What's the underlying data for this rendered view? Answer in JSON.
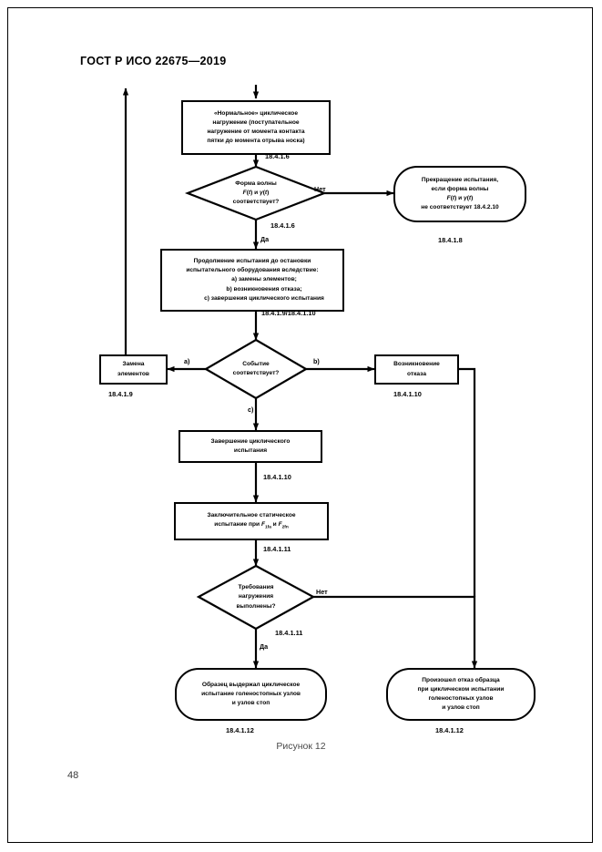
{
  "document": {
    "standard_header": "ГОСТ Р ИСО 22675—2019",
    "page_number": "48",
    "figure_caption": "Рисунок 12"
  },
  "flowchart": {
    "nodes": {
      "normal_cyclic_loading": {
        "line1": "«Нормальное» циклическое",
        "line2": "нагружение (поступательное",
        "line3": "нагружение от момента контакта",
        "line4": "пятки до момента отрыва носка)",
        "ref": "18.4.1.6"
      },
      "waveform_check": {
        "line1": "Форма волны",
        "line2": "F(t) и γ(t)",
        "line3": "соответствует?",
        "ref": "18.4.1.6",
        "yes_label": "Да",
        "no_label": "Нет"
      },
      "test_termination": {
        "line1": "Прекращение испытания,",
        "line2": "если форма волны",
        "line3": "F(t) и γ(t)",
        "line4": "не соответствует 18.4.2.10",
        "ref": "18.4.1.8"
      },
      "continue_test": {
        "line1": "Продолжение испытания до остановки",
        "line2": "испытательного оборудования вследствие:",
        "line3": "a) замены элементов;",
        "line4": "b) возникновения отказа;",
        "line5": "c) завершения циклического испытания",
        "ref": "18.4.1.9/18.4.1.10"
      },
      "event_check": {
        "line1": "Событие",
        "line2": "соответствует?",
        "branch_a": "a)",
        "branch_b": "b)",
        "branch_c": "c)"
      },
      "replace_components": {
        "line1": "Замена",
        "line2": "элементов",
        "ref": "18.4.1.9"
      },
      "failure_occurrence": {
        "line1": "Возникновение",
        "line2": "отказа",
        "ref": "18.4.1.10"
      },
      "cyclic_test_completion": {
        "line1": "Завершение циклического",
        "line2": "испытания",
        "ref": "18.4.1.10"
      },
      "final_static_test": {
        "line1": "Заключительное статическое",
        "line2_pre": "испытание при ",
        "line2_f1": "F",
        "line2_f1sub": "1fa",
        "line2_and": " и ",
        "line2_f2": "F",
        "line2_f2sub": "2fn",
        "ref": "18.4.1.11"
      },
      "loading_requirements_check": {
        "line1": "Требования",
        "line2": "нагружения",
        "line3": "выполнены?",
        "ref": "18.4.1.11",
        "yes_label": "Да",
        "no_label": "Нет"
      },
      "sample_passed": {
        "line1": "Образец выдержал циклическое",
        "line2": "испытание голеностопных узлов",
        "line3": "и узлов стоп",
        "ref": "18.4.1.12"
      },
      "sample_failed": {
        "line1": "Произошел отказ образца",
        "line2": "при циклическом испытании",
        "line3": "голеностопных узлов",
        "line4": "и узлов стоп",
        "ref": "18.4.1.12"
      }
    }
  }
}
